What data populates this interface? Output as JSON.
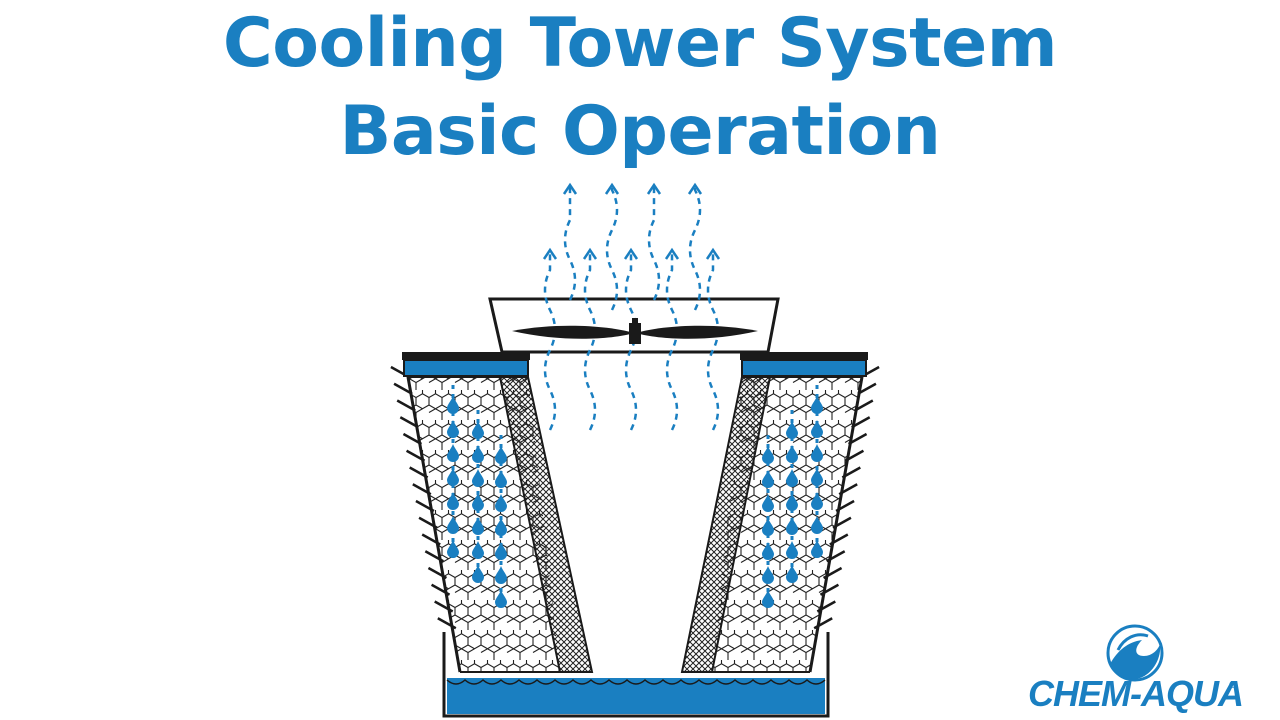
{
  "header": {
    "title_line1": "Cooling Tower System",
    "title_line2": "Basic Operation"
  },
  "logo": {
    "text": "CHEM-AQUA",
    "registered_mark": "®"
  },
  "colors": {
    "accent": "#1a7fc1",
    "outline": "#1a1a1a",
    "background": "#ffffff"
  },
  "icons": {
    "fan": "fan-blade-icon",
    "droplet": "water-droplet-icon",
    "vapor": "vapor-arrow-icon",
    "logo": "wave-globe-icon"
  }
}
